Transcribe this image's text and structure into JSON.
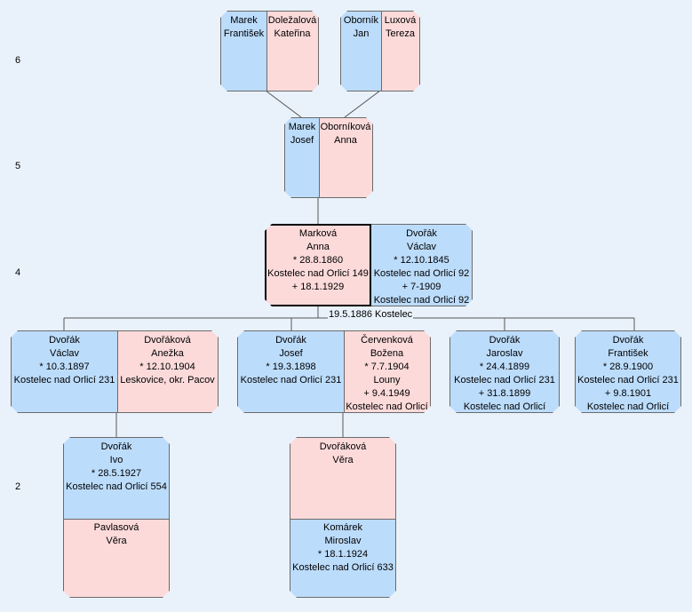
{
  "generations": [
    "6",
    "5",
    "4",
    "2"
  ],
  "couples": {
    "gp_marek": {
      "left": [
        "Marek",
        "František"
      ],
      "right": [
        "Doležalová",
        "Kateřina"
      ]
    },
    "gp_obornik": {
      "left": [
        "Oborník",
        "Jan"
      ],
      "right": [
        "Luxová",
        "Tereza"
      ]
    },
    "parents": {
      "left": [
        "Marek",
        "Josef"
      ],
      "right": [
        "Oborníková",
        "Anna"
      ]
    },
    "focus": {
      "left": [
        "Marková",
        "Anna",
        "* 28.8.1860",
        "Kostelec nad Orlicí 149",
        "+ 18.1.1929"
      ],
      "right": [
        "Dvořák",
        "Václav",
        "* 12.10.1845",
        "Kostelec nad Orlicí 92",
        "+ 7-1909",
        "Kostelec nad Orlicí 92"
      ],
      "marriage": "19.5.1886 Kostelec"
    },
    "child_vaclav": {
      "left": [
        "Dvořák",
        "Václav",
        "* 10.3.1897",
        "Kostelec nad Orlicí 231"
      ],
      "right": [
        "Dvořáková",
        "Anežka",
        "* 12.10.1904",
        "Leskovice, okr. Pacov"
      ]
    },
    "child_josef": {
      "left": [
        "Dvořák",
        "Josef",
        "* 19.3.1898",
        "Kostelec nad Orlicí 231"
      ],
      "right": [
        "Červenková",
        "Božena",
        "* 7.7.1904",
        "Louny",
        "+ 9.4.1949",
        "Kostelec nad Orlicí"
      ]
    },
    "child_jaroslav": {
      "single": [
        "Dvořák",
        "Jaroslav",
        "* 24.4.1899",
        "Kostelec nad Orlicí 231",
        "+ 31.8.1899",
        "Kostelec nad Orlicí"
      ]
    },
    "child_frantisek": {
      "single": [
        "Dvořák",
        "František",
        "* 28.9.1900",
        "Kostelec nad Orlicí 231",
        "+ 9.8.1901",
        "Kostelec nad Orlicí"
      ]
    },
    "grand_ivo": {
      "top": [
        "Dvořák",
        "Ivo",
        "* 28.5.1927",
        "Kostelec nad Orlicí 554"
      ],
      "bottom": [
        "Pavlasová",
        "Věra"
      ]
    },
    "grand_vera": {
      "top": [
        "Dvořáková",
        "Věra"
      ],
      "bottom": [
        "Komárek",
        "Miroslav",
        "* 18.1.1924",
        "Kostelec nad Orlicí 633"
      ]
    }
  },
  "colors": {
    "male": "#bcdcfb",
    "female": "#fcdada",
    "background": "#e9f2fb",
    "line": "#6b6b6b"
  }
}
